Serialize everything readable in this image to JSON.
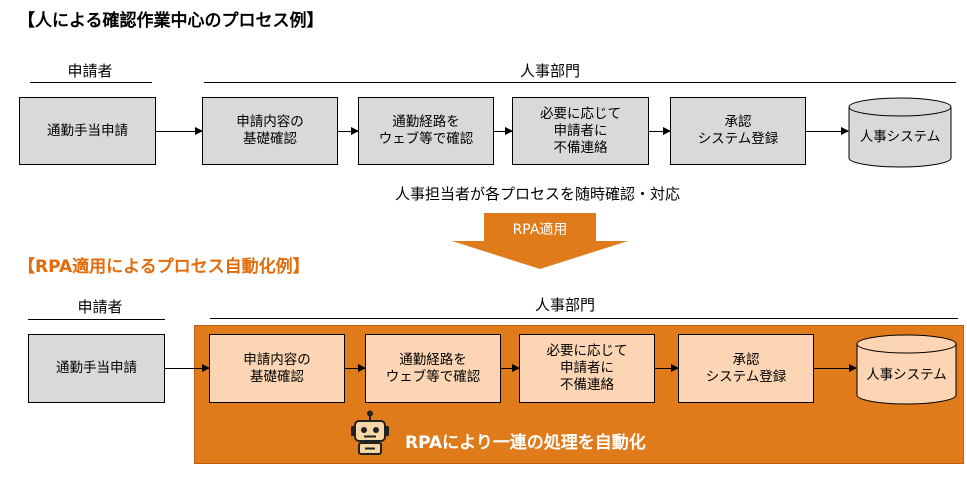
{
  "top": {
    "title": "【人による確認作業中心のプロセス例】",
    "applicant_label": "申請者",
    "hr_label": "人事部門",
    "applicant_box": "通勤手当申請",
    "steps": [
      "申請内容の\n基礎確認",
      "通勤経路を\nウェブ等で確認",
      "必要に応じて\n申請者に\n不備連絡",
      "承認\nシステム登録"
    ],
    "database": "人事システム",
    "note": "人事担当者が各プロセスを随時確認・対応"
  },
  "transition": {
    "label": "RPA適用"
  },
  "bottom": {
    "title": "【RPA適用によるプロセス自動化例】",
    "applicant_label": "申請者",
    "hr_label": "人事部門",
    "applicant_box": "通勤手当申請",
    "steps": [
      "申請内容の\n基礎確認",
      "通勤経路を\nウェブ等で確認",
      "必要に応じて\n申請者に\n不備連絡",
      "承認\nシステム登録"
    ],
    "database": "人事システム",
    "rpa_caption": "RPAにより一連の処理を自動化"
  },
  "colors": {
    "accent_orange": "#e26b0a",
    "panel_orange": "#e07b1c",
    "step_peach": "#fcd5b4",
    "step_gray": "#d9d9d9"
  }
}
